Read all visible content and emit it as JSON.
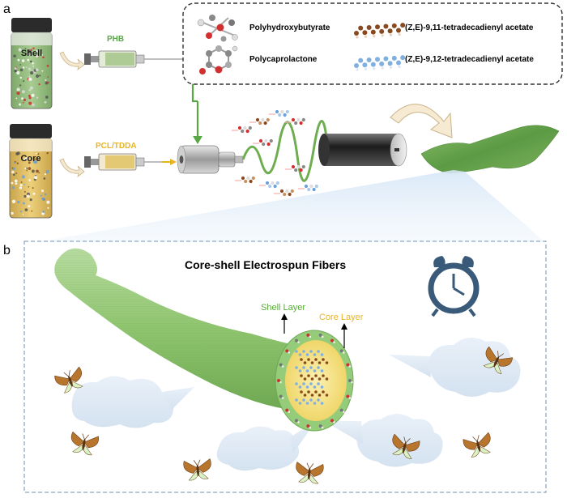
{
  "panel_a_label": "a",
  "panel_b_label": "b",
  "vials": [
    {
      "label": "Shell"
    },
    {
      "label": "Core"
    }
  ],
  "syringes": [
    {
      "label": "PHB",
      "color": "#58a844"
    },
    {
      "label": "PCL/TDDA",
      "color": "#e8b520"
    }
  ],
  "legend": {
    "items": [
      {
        "label": "Polyhydroxybutyrate"
      },
      {
        "label": "(Z,E)-9,11-tetradecadienyl acetate"
      },
      {
        "label": "Polycaprolactone"
      },
      {
        "label": "(Z,E)-9,12-tetradecadienyl acetate"
      }
    ]
  },
  "fiber": {
    "title": "Core-shell Electrospun Fibers",
    "shell_label": "Shell Layer",
    "core_label": "Core Layer"
  },
  "colors": {
    "shell_green": "#9ccb7c",
    "core_yellow": "#f5e07a",
    "shell_label": "#5aa83a",
    "core_label": "#e8b520",
    "clock_blue": "#3a5a7a",
    "dashed_border": "#6f8fb0"
  },
  "icons": {
    "clock": "alarm-clock-icon",
    "moth": "moth-icon",
    "arrow": "curved-arrow-icon"
  }
}
